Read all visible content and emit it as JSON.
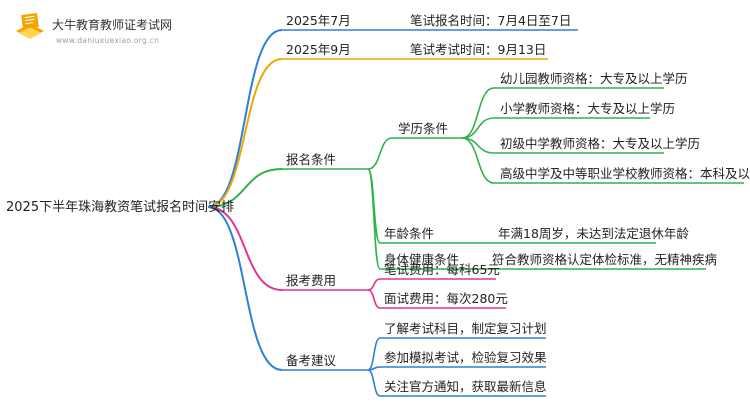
{
  "logo": {
    "title": "大牛教育教师证考试网",
    "url": "www.daniuxuexiao.org.cn"
  },
  "mindmap": {
    "root": "2025下半年珠海教资笔试报名时间安排",
    "colors": {
      "blue": "#2f7fd8",
      "orange": "#f0a500",
      "green": "#2fb24a",
      "pink": "#e6338a",
      "teal": "#1f9fa8"
    },
    "branches": [
      {
        "label": "2025年7月",
        "color": "#2f7fd8",
        "children": [
          {
            "label": "笔试报名时间：7月4日至7日"
          }
        ]
      },
      {
        "label": "2025年9月",
        "color": "#f0a500",
        "children": [
          {
            "label": "笔试考试时间：9月13日"
          }
        ]
      },
      {
        "label": "报名条件",
        "color": "#2fb24a",
        "children": [
          {
            "label": "学历条件",
            "children": [
              {
                "label": "幼儿园教师资格：大专及以上学历"
              },
              {
                "label": "小学教师资格：大专及以上学历"
              },
              {
                "label": "初级中学教师资格：大专及以上学历"
              },
              {
                "label": "高级中学及中等职业学校教师资格：本科及以上学历"
              }
            ]
          },
          {
            "label": "年龄条件",
            "children": [
              {
                "label": "年满18周岁，未达到法定退休年龄"
              }
            ]
          },
          {
            "label": "身体健康条件",
            "children": [
              {
                "label": "符合教师资格认定体检标准，无精神疾病"
              }
            ]
          }
        ]
      },
      {
        "label": "报考费用",
        "color": "#e6338a",
        "children": [
          {
            "label": "笔试费用：每科65元"
          },
          {
            "label": "面试费用：每次280元"
          }
        ]
      },
      {
        "label": "备考建议",
        "color": "#2f7fd8",
        "children": [
          {
            "label": "了解考试科目，制定复习计划"
          },
          {
            "label": "参加模拟考试，检验复习效果"
          },
          {
            "label": "关注官方通知，获取最新信息"
          }
        ]
      }
    ]
  }
}
